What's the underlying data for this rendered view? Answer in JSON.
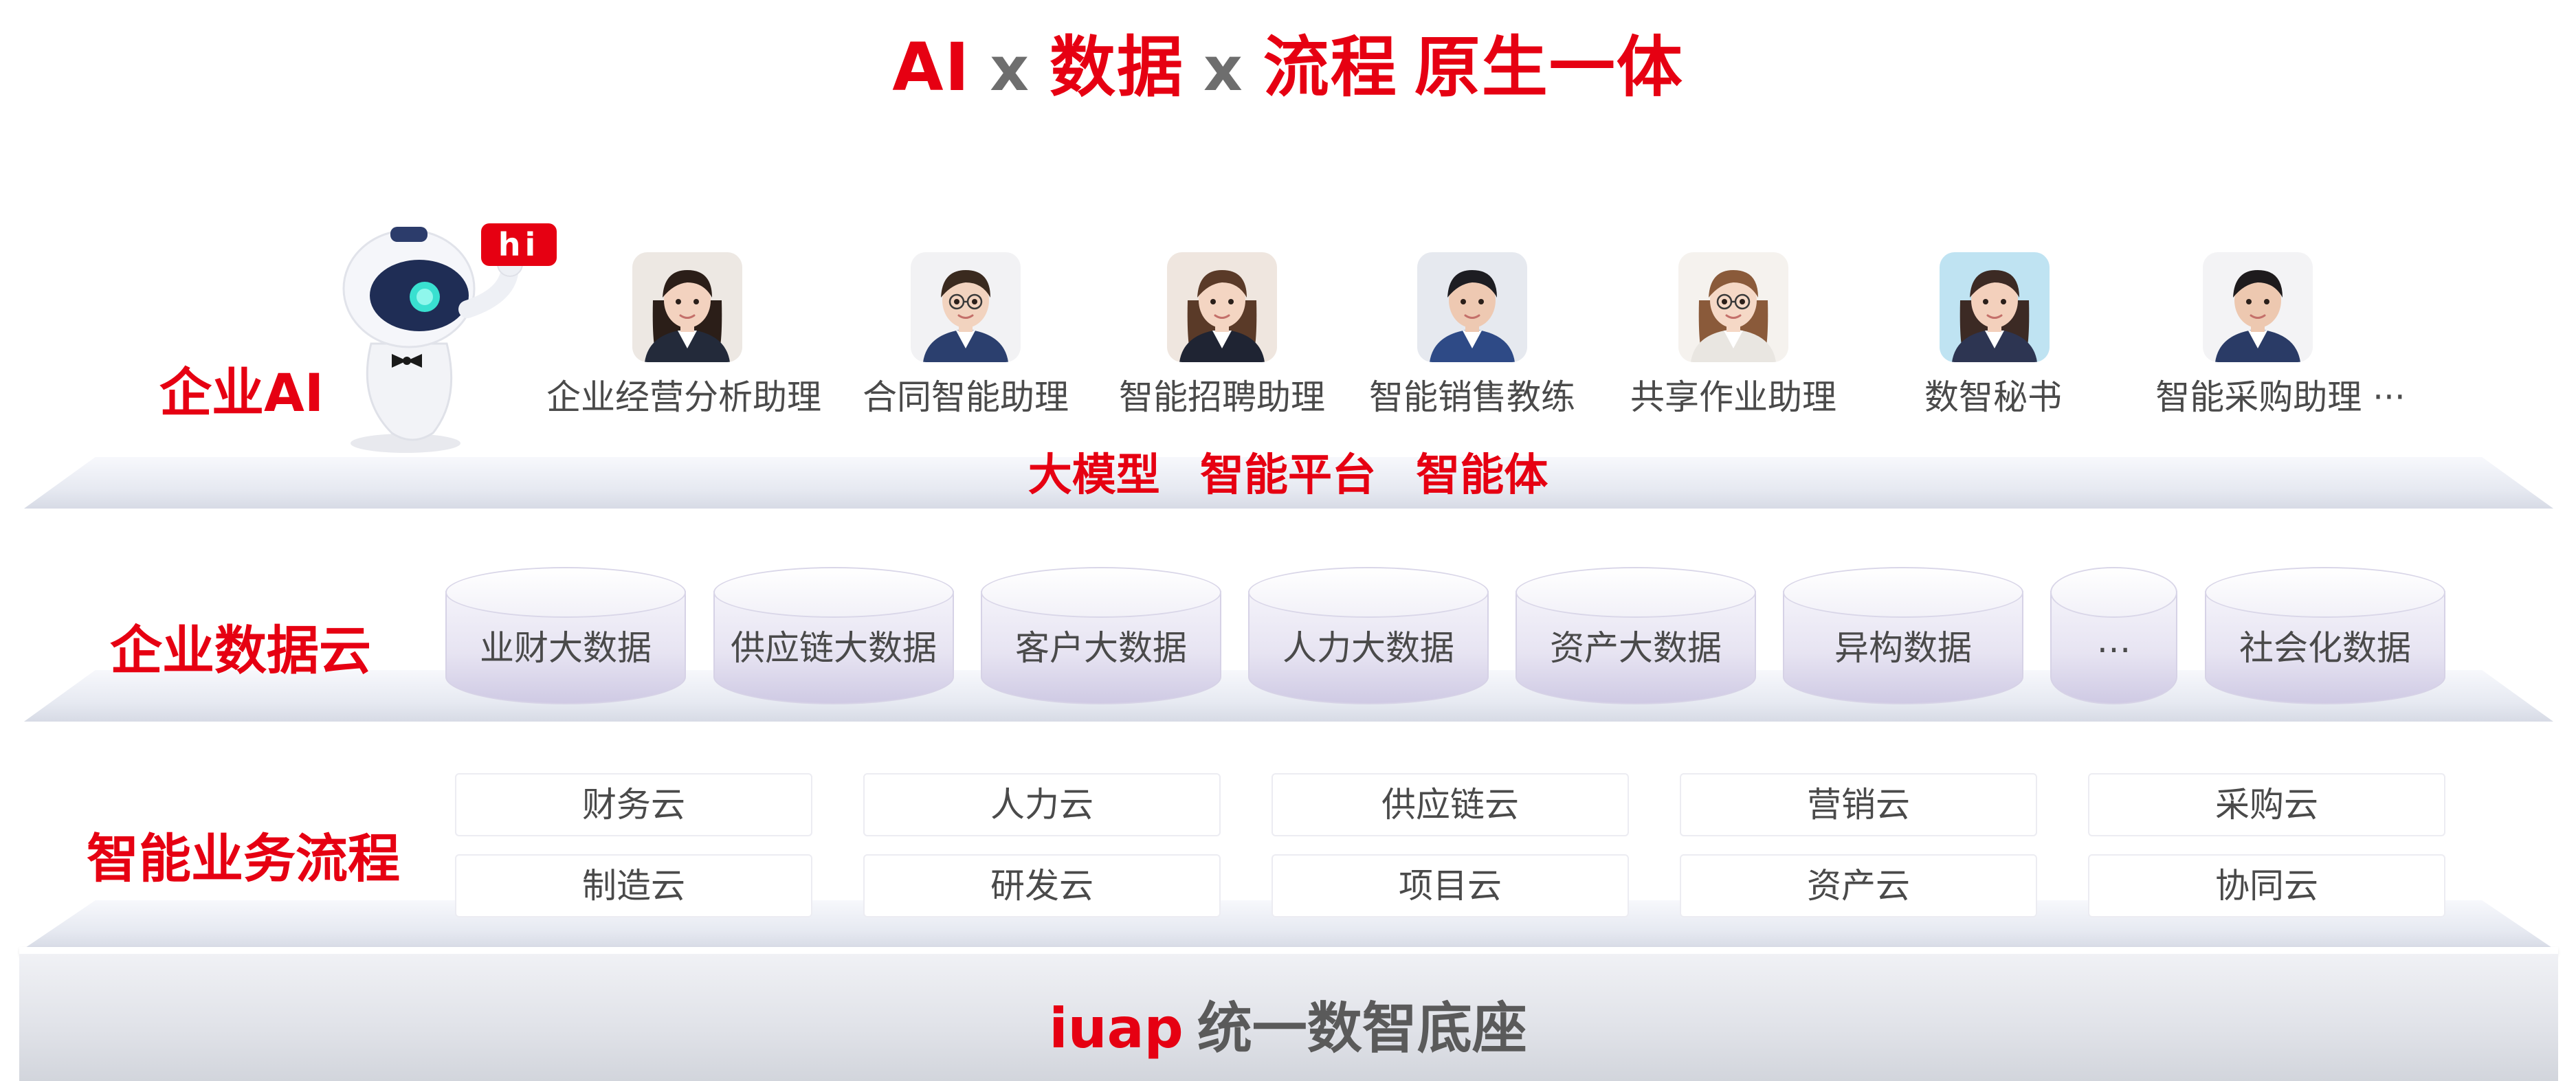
{
  "title": {
    "ai": "AI",
    "x1": "x",
    "data": "数据",
    "x2": "x",
    "flow": "流程",
    "rest": "原生一体"
  },
  "ai_layer": {
    "label": "企业AI",
    "hi_bubble": "hi",
    "assistants": [
      {
        "label": "企业经营分析助理"
      },
      {
        "label": "合同智能助理"
      },
      {
        "label": "智能招聘助理"
      },
      {
        "label": "智能销售教练"
      },
      {
        "label": "共享作业助理"
      },
      {
        "label": "数智秘书"
      },
      {
        "label": "智能采购助理 ···"
      }
    ],
    "platform": [
      "大模型",
      "智能平台",
      "智能体"
    ]
  },
  "data_layer": {
    "label": "企业数据云",
    "items": [
      "业财大数据",
      "供应链大数据",
      "客户大数据",
      "人力大数据",
      "资产大数据",
      "异构数据",
      "…",
      "社会化数据"
    ]
  },
  "process_layer": {
    "label": "智能业务流程",
    "row1": [
      "财务云",
      "人力云",
      "供应链云",
      "营销云",
      "采购云"
    ],
    "row2": [
      "制造云",
      "研发云",
      "项目云",
      "资产云",
      "协同云"
    ]
  },
  "base": {
    "brand": "iuap",
    "label": "统一数智底座"
  },
  "colors": {
    "accent": "#e60012",
    "text": "#4a4a4a",
    "gray": "#6e6e6e"
  }
}
